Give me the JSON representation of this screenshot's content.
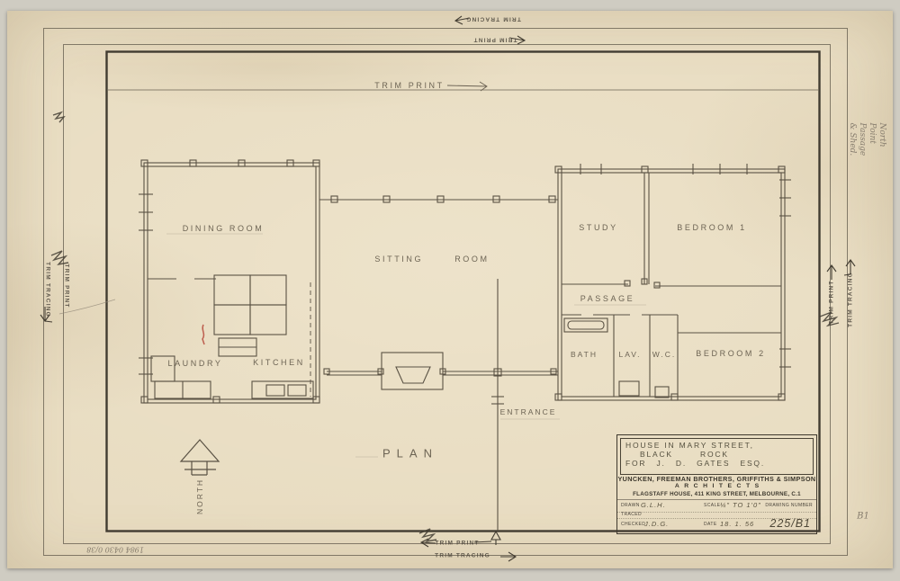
{
  "sheet": {
    "trim_print": "TRIM PRINT",
    "trim_tracing": "TRIM TRACING",
    "plan_title": "PLAN",
    "north_label": "NORTH"
  },
  "rooms": {
    "dining": "DINING ROOM",
    "sitting": "SITTING ROOM",
    "study": "STUDY",
    "bedroom1": "BEDROOM 1",
    "passage": "PASSAGE",
    "laundry": "LAUNDRY",
    "kitchen": "KITCHEN",
    "bath": "BATH",
    "lav": "LAV.",
    "wc": "W.C.",
    "bedroom2": "BEDROOM 2",
    "entrance": "ENTRANCE"
  },
  "title_block": {
    "project_line1": "HOUSE IN MARY STREET,",
    "project_line2": "BLACK ROCK",
    "project_line3": "FOR J. D. GATES ESQ.",
    "firm": "YUNCKEN, FREEMAN BROTHERS, GRIFFITHS & SIMPSON",
    "profession": "ARCHITECTS",
    "address": "FLAGSTAFF HOUSE, 411 KING STREET, MELBOURNE, C.1",
    "drawn_label": "DRAWN",
    "drawn_value": "G.L.H.",
    "scale_label": "SCALE",
    "scale_value": "¼\" TO 1'0\"",
    "drawing_number_label": "DRAWING NUMBER",
    "traced_label": "TRACED",
    "checked_label": "CHECKED",
    "checked_value": "J.D.G.",
    "date_label": "DATE",
    "date_value": "18. 1. 56",
    "drawing_number": "225/B1"
  },
  "notes": {
    "corner_line1": "North Point",
    "corner_line2": "Passage",
    "corner_line3": "& Shed.",
    "accession": "1984 0430 0/38",
    "sheet_mark": "B1"
  },
  "colors": {
    "paper": "#e8dcc1",
    "ink": "#5a5244",
    "heavy_border": "#2f2a21",
    "pencil": "#877d6e",
    "red_mark": "#b5483a"
  }
}
